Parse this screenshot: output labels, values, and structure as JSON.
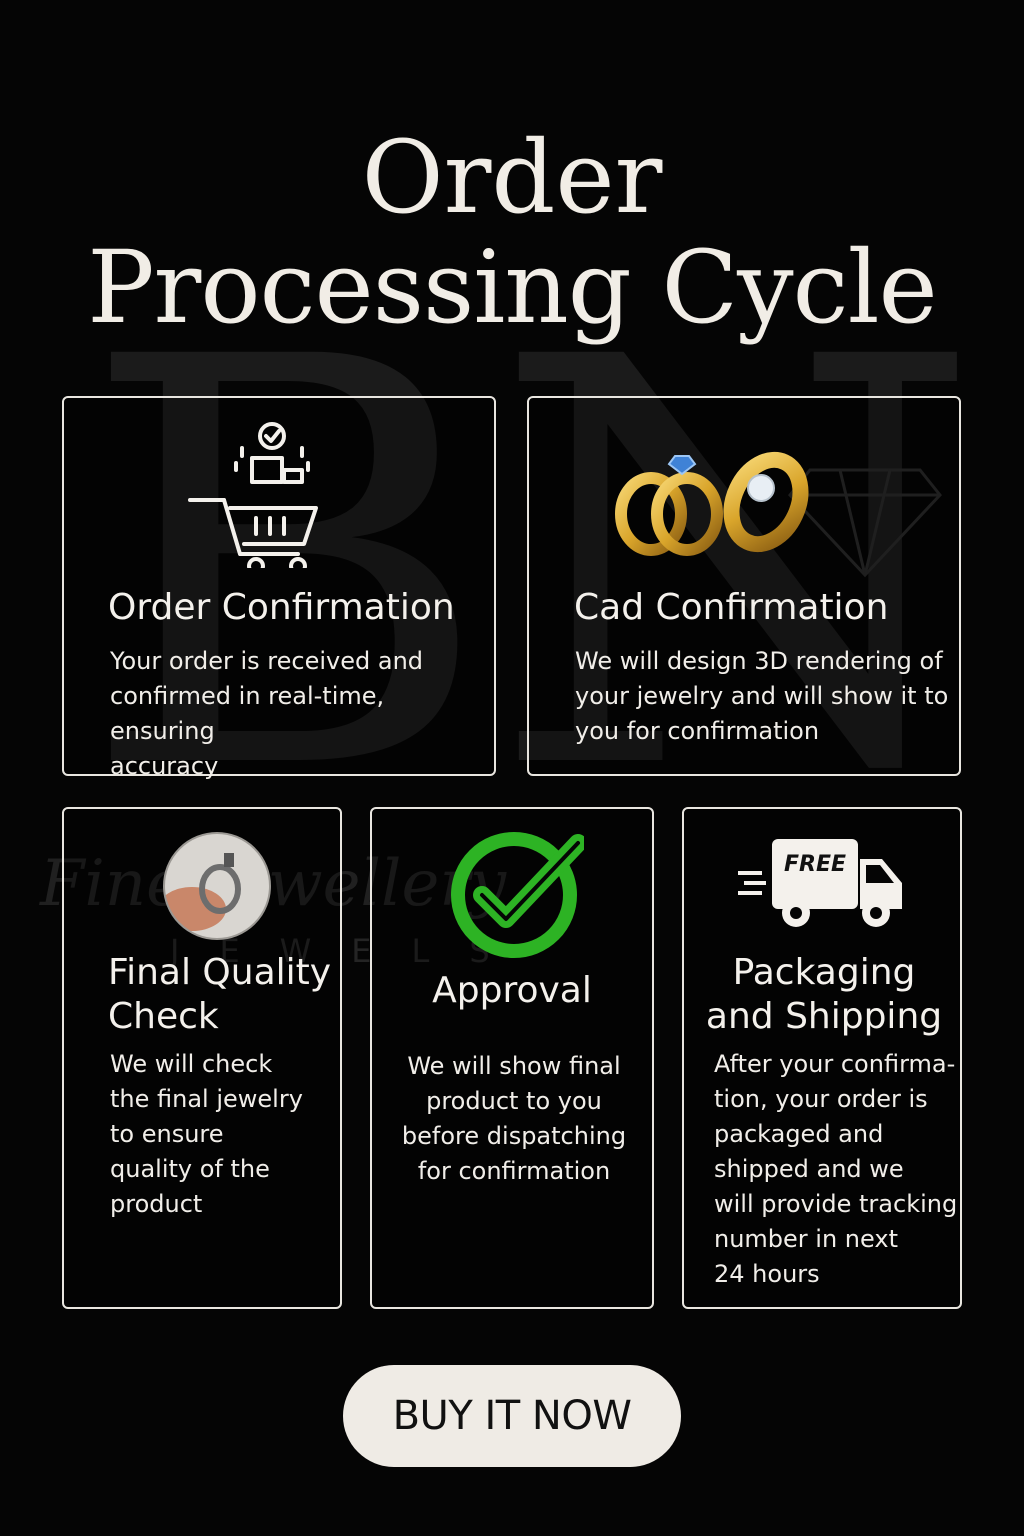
{
  "header": {
    "title_line1": "Order",
    "title_line2": "Processing Cycle"
  },
  "watermark": {
    "letters": "BN",
    "script_text": "Fine Jewellery",
    "sub_text": "JEWELS"
  },
  "steps": [
    {
      "title": "Order Confirmation",
      "description": [
        "Your order is received and",
        "confirmed in real-time, ensuring",
        "accuracy"
      ],
      "icon": "shopping-cart-icon"
    },
    {
      "title": "Cad Confirmation",
      "description": [
        "We will design 3D rendering of",
        "your jewelry and will show it to",
        "you for confirmation"
      ],
      "icon": "gold-rings-icon"
    },
    {
      "title": [
        "Final Quality",
        "Check"
      ],
      "description": [
        "We will check",
        "the final jewelry",
        "to ensure",
        "quality of the",
        "product"
      ],
      "icon": "ring-inspection-icon"
    },
    {
      "title": "Approval",
      "description": [
        "We will show final",
        "product to you",
        "before dispatching",
        "for confirmation"
      ],
      "icon": "green-checkmark-icon"
    },
    {
      "title": [
        "Packaging",
        "and Shipping"
      ],
      "description": [
        "After your confirma-",
        "tion, your order is",
        "packaged and",
        "shipped and we",
        "will provide tracking",
        "number in next",
        "24 hours"
      ],
      "icon": "free-delivery-truck-icon",
      "icon_label": "FREE"
    }
  ],
  "cta": {
    "label": "BUY IT NOW"
  },
  "colors": {
    "background": "#050505",
    "text": "#f2eee8",
    "card_border": "#e9e6e0",
    "button_bg": "#efebe5",
    "check_green": "#2db324",
    "gold": "#d9a52b"
  }
}
